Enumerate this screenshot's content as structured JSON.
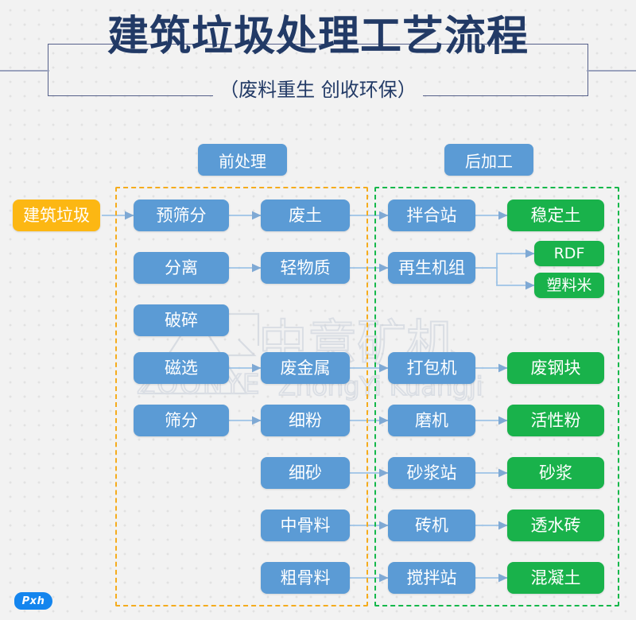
{
  "header": {
    "title": "建筑垃圾处理工艺流程",
    "subtitle": "（废料重生  创收环保）"
  },
  "watermark": {
    "cn": "中意矿机",
    "en_top": "ZOONYE",
    "en_bottom": "ZhongYi Kuangji"
  },
  "logo": {
    "label": "Pxh"
  },
  "colors": {
    "blue": "#5b9bd5",
    "green": "#19b24b",
    "orange": "#fcb713",
    "group_pre_border": "#f5ac1d",
    "group_post_border": "#15b84b",
    "title": "#223a66",
    "background": "#f2f2f2",
    "connector": "#9dc3e6"
  },
  "sections": [
    {
      "id": "pre",
      "label": "前处理"
    },
    {
      "id": "post",
      "label": "后加工"
    }
  ],
  "input_node": {
    "label": "建筑垃圾",
    "color": "orange"
  },
  "nodes": {
    "col1": [
      {
        "label": "预筛分",
        "color": "blue"
      },
      {
        "label": "分离",
        "color": "blue"
      },
      {
        "label": "破碎",
        "color": "blue"
      },
      {
        "label": "磁选",
        "color": "blue"
      },
      {
        "label": "筛分",
        "color": "blue"
      }
    ],
    "col2": [
      {
        "label": "废土",
        "color": "blue"
      },
      {
        "label": "轻物质",
        "color": "blue"
      },
      {
        "label": "废金属",
        "color": "blue"
      },
      {
        "label": "细粉",
        "color": "blue"
      },
      {
        "label": "细砂",
        "color": "blue"
      },
      {
        "label": "中骨料",
        "color": "blue"
      },
      {
        "label": "粗骨料",
        "color": "blue"
      }
    ],
    "col3": [
      {
        "label": "拌合站",
        "color": "blue"
      },
      {
        "label": "再生机组",
        "color": "blue"
      },
      {
        "label": "打包机",
        "color": "blue"
      },
      {
        "label": "磨机",
        "color": "blue"
      },
      {
        "label": "砂浆站",
        "color": "blue"
      },
      {
        "label": "砖机",
        "color": "blue"
      },
      {
        "label": "搅拌站",
        "color": "blue"
      }
    ],
    "col4": [
      {
        "label": "稳定土",
        "color": "green"
      },
      {
        "label": "RDF",
        "color": "green"
      },
      {
        "label": "塑料米",
        "color": "green"
      },
      {
        "label": "废钢块",
        "color": "green"
      },
      {
        "label": "活性粉",
        "color": "green"
      },
      {
        "label": "砂浆",
        "color": "green"
      },
      {
        "label": "透水砖",
        "color": "green"
      },
      {
        "label": "混凝土",
        "color": "green"
      }
    ]
  },
  "flow_edges": [
    "建筑垃圾 → 预筛分",
    "预筛分 → 废土",
    "分离 → 轻物质",
    "磁选 → 废金属",
    "筛分 → 细粉",
    "废土 → 拌合站",
    "轻物质 → 再生机组",
    "废金属 → 打包机",
    "细粉 → 磨机",
    "细砂 → 砂浆站",
    "中骨料 → 砖机",
    "粗骨料 → 搅拌站",
    "拌合站 → 稳定土",
    "再生机组 → RDF",
    "再生机组 → 塑料米",
    "打包机 → 废钢块",
    "磨机 → 活性粉",
    "砂浆站 → 砂浆",
    "砖机 → 透水砖",
    "搅拌站 → 混凝土"
  ]
}
